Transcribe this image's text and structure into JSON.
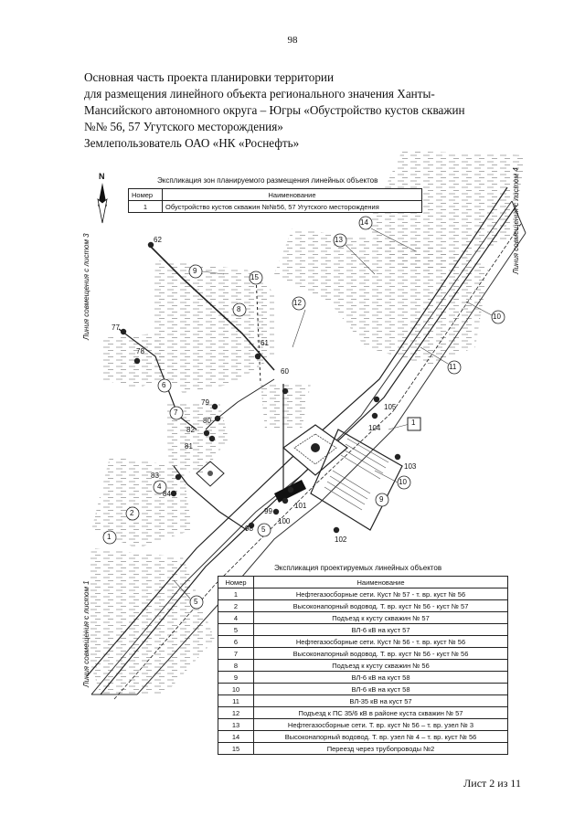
{
  "page_number": "98",
  "heading": [
    "Основная часть проекта планировки территории",
    "для размещения линейного объекта регионального значения Ханты-",
    "Мансийского автономного округа – Югры  «Обустройство кустов скважин",
    "№№ 56, 57 Угутского месторождения»",
    "Землепользователь ОАО «НК «Роснефть»"
  ],
  "north": "N",
  "zones_table": {
    "caption": "Экспликация зон планируемого размещения линейных объектов",
    "headers": [
      "Номер",
      "Наименование"
    ],
    "rows": [
      [
        "1",
        "Обустройство кустов скважин №№56, 57 Угутского месторождения"
      ]
    ]
  },
  "objects_table": {
    "caption": "Экспликация проектируемых линейных объектов",
    "headers": [
      "Номер",
      "Наименование"
    ],
    "rows": [
      [
        "1",
        "Нефтегазосборные сети. Куст № 57 - т. вр. куст № 56"
      ],
      [
        "2",
        "Высоконапорный водовод. Т. вр. куст № 56 - куст № 57"
      ],
      [
        "4",
        "Подъезд к кусту скважин № 57"
      ],
      [
        "5",
        "ВЛ-6 кВ на куст 57"
      ],
      [
        "6",
        "Нефтегазосборные сети. Куст № 56 - т. вр. куст № 56"
      ],
      [
        "7",
        "Высоконапорный водовод. Т. вр. куст № 56 - куст № 56"
      ],
      [
        "8",
        "Подъезд к кусту скважин № 56"
      ],
      [
        "9",
        "ВЛ-6 кВ на куст 58"
      ],
      [
        "10",
        "ВЛ-6 кВ на куст 58"
      ],
      [
        "11",
        "ВЛ-35 кВ на куст 57"
      ],
      [
        "12",
        "Подъезд к ПС 35/6 кВ в районе куста скважин № 57"
      ],
      [
        "13",
        "Нефтегазосборные сети. Т. вр. куст № 56 – т. вр. узел № 3"
      ],
      [
        "14",
        "Высоконапорный водовод. Т. вр. узел № 4 – т. вр. куст № 56"
      ],
      [
        "15",
        "Переезд через трубопроводы №2"
      ]
    ]
  },
  "match_lines": {
    "sheet3": "Линия совмещения с листом 3",
    "sheet4": "Линия совмещения с листом 4",
    "sheet1": "Линия совмещения с листом 1"
  },
  "zone_marker": "1",
  "point_labels": [
    "62",
    "77",
    "78",
    "79",
    "80",
    "81",
    "82",
    "83",
    "84",
    "60",
    "61",
    "98",
    "99",
    "100",
    "101",
    "102",
    "103",
    "104",
    "105"
  ],
  "object_callouts": [
    "1",
    "2",
    "4",
    "5",
    "5",
    "6",
    "7",
    "8",
    "9",
    "9",
    "10",
    "10",
    "11",
    "12",
    "13",
    "14",
    "15"
  ],
  "footer": "Лист 2 из 11"
}
